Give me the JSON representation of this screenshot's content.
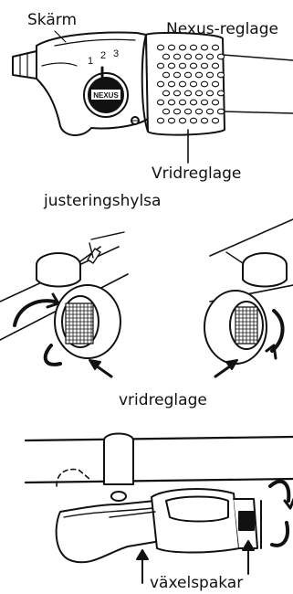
{
  "labels": {
    "display": "Skärm",
    "nexus_shifter": "Nexus-reglage",
    "twist_grip_top": "Vridreglage",
    "adjusting_sleeve": "justeringshylsa",
    "twist_grip_middle": "vridreglage",
    "shift_levers": "växelspakar"
  },
  "shifter_gear_numbers": [
    "1",
    "2",
    "3"
  ],
  "shifter_brand": "NEXUS",
  "colors": {
    "line": "#111111",
    "background": "#ffffff"
  }
}
